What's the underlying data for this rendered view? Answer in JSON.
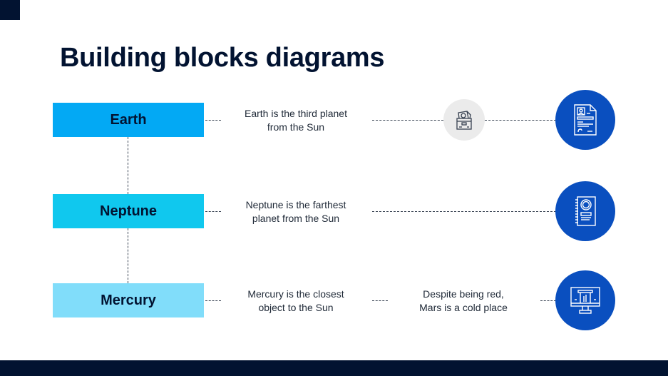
{
  "title": "Building blocks diagrams",
  "colors": {
    "navy": "#021331",
    "earth_box": "#03a9f4",
    "neptune_box": "#10c8ee",
    "mercury_box": "#81ddfa",
    "icon_circle": "#0a4fbf",
    "grey_circle": "#ebebeb"
  },
  "rows": [
    {
      "label": "Earth",
      "description_line1": "Earth is the third planet",
      "description_line2": "from the Sun",
      "middle_icon": "money-box-icon",
      "icon": "resume-document-icon"
    },
    {
      "label": "Neptune",
      "description_line1": "Neptune is the farthest",
      "description_line2": "planet from the Sun",
      "icon": "finance-notebook-icon"
    },
    {
      "label": "Mercury",
      "description_line1": "Mercury is the closest",
      "description_line2": "object to the Sun",
      "extra_line1": "Despite being red,",
      "extra_line2": "Mars is a cold place",
      "icon": "atm-monitor-icon"
    }
  ]
}
